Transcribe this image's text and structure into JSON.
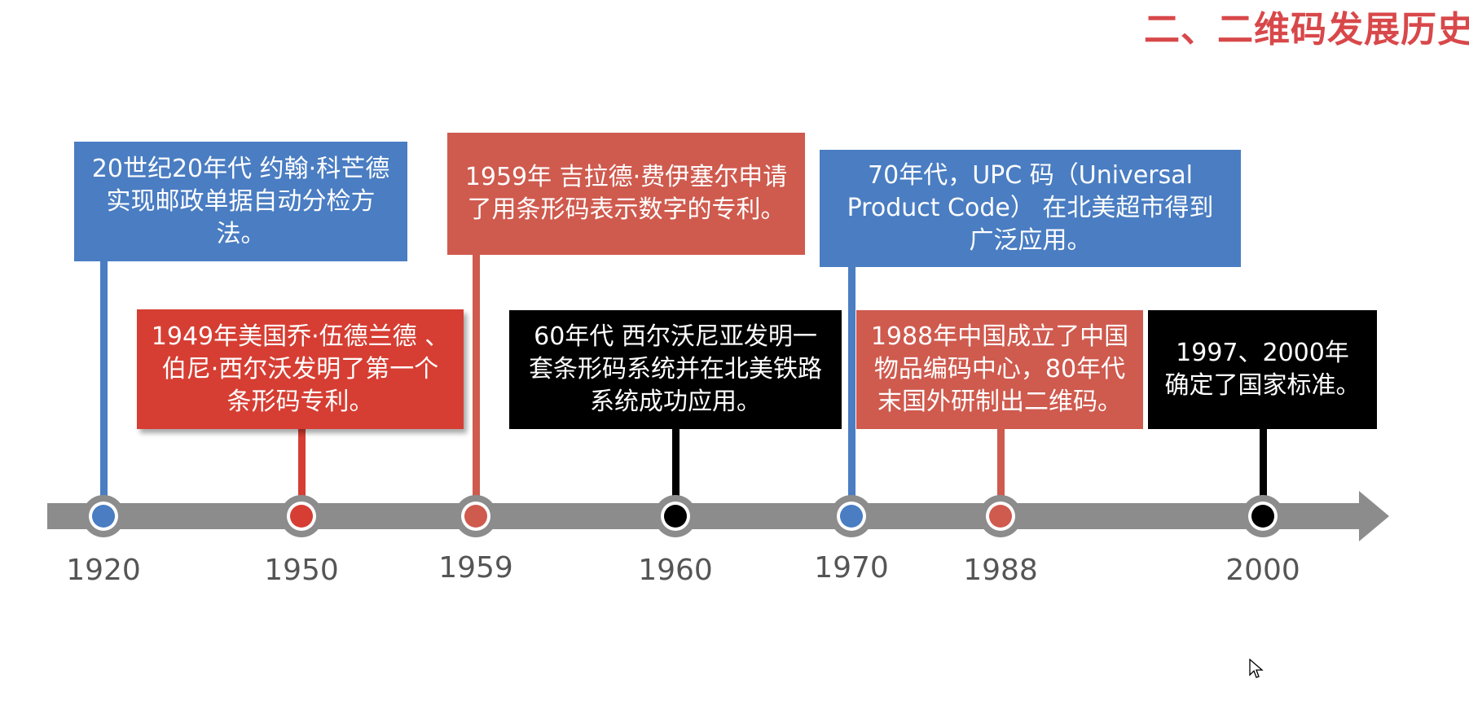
{
  "title": "二、二维码发展历史",
  "colors": {
    "blue": "#4a7dc2",
    "coral": "#cf5a4e",
    "red": "#d63e33",
    "black": "#000000",
    "arrow": "#8c8c8c",
    "title": "#d8484a"
  },
  "events": [
    {
      "year": "1920",
      "text": "20世纪20年代 约翰·科芒德\n实现邮政单据自动分检方法。",
      "color": "blue"
    },
    {
      "year": "1950",
      "text": "1949年美国乔·伍德兰德 、\n伯尼·西尔沃发明了第一个\n条形码专利。",
      "color": "red"
    },
    {
      "year": "1959",
      "text": "1959年 吉拉德·费伊塞尔申请\n了用条形码表示数字的专利。",
      "color": "coral"
    },
    {
      "year": "1960",
      "text": "60年代  西尔沃尼亚发明一\n套条形码系统并在北美铁路\n系统成功应用。",
      "color": "black"
    },
    {
      "year": "1970",
      "text": "70年代，UPC 码（Universal\nProduct Code） 在北美超市得到\n广泛应用。",
      "color": "blue"
    },
    {
      "year": "1988",
      "text": "1988年中国成立了中国\n物品编码中心，80年代\n末国外研制出二维码。",
      "color": "coral"
    },
    {
      "year": "2000",
      "text": "1997、2000年\n确定了国家标准。",
      "color": "black"
    }
  ],
  "cursor_icon": "arrow-cursor-icon"
}
